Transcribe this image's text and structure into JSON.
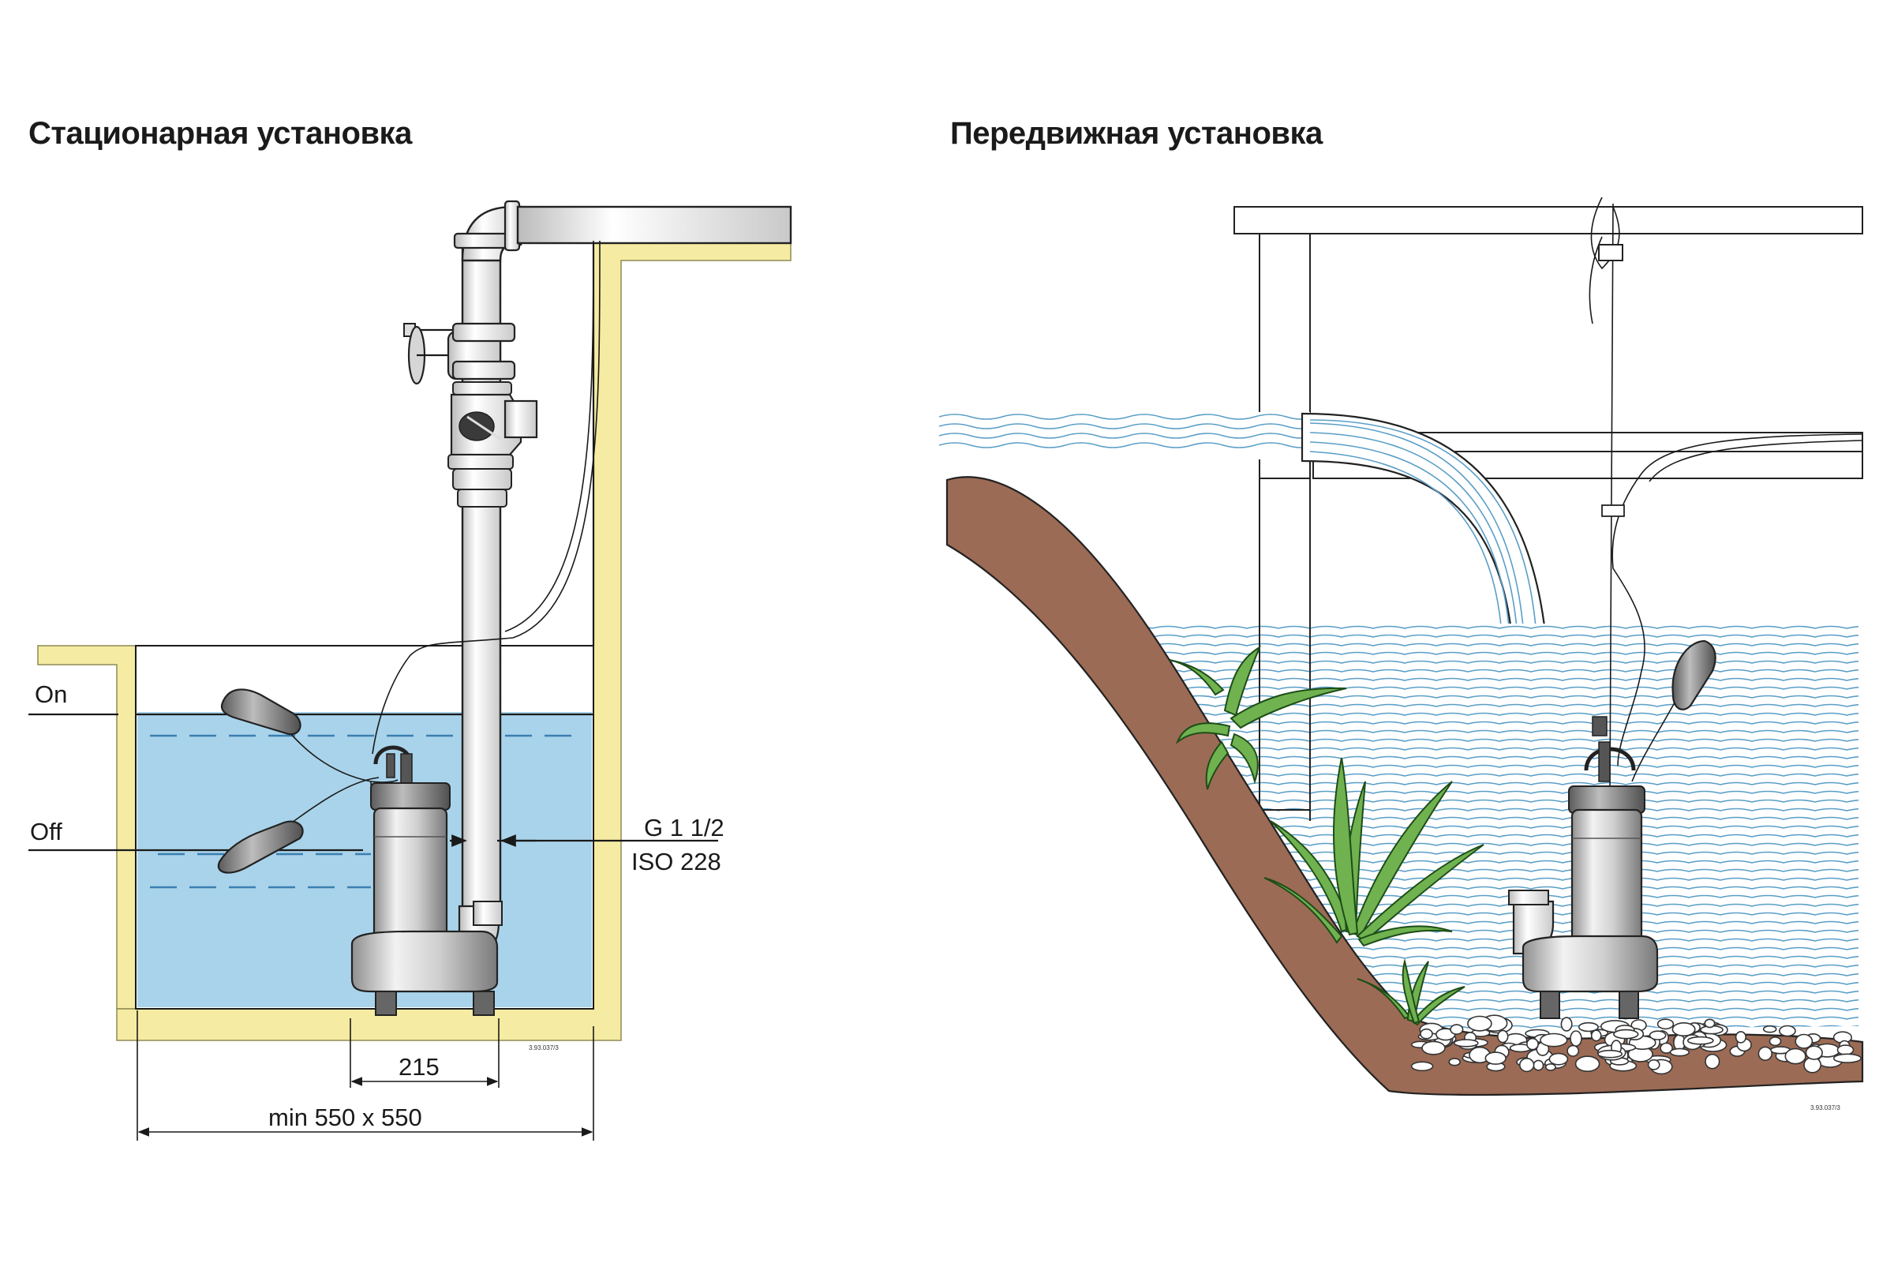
{
  "titles": {
    "left": "Стационарная установка",
    "right": "Передвижная установка"
  },
  "labels": {
    "on": "On",
    "off": "Off",
    "thread": "G 1 1/2",
    "standard": "ISO 228",
    "width": "215",
    "min_size": "min 550 x 550",
    "code_left": "3.93.037/3",
    "code_right": "3.93.037/3"
  },
  "colors": {
    "water": "#a9d3ea",
    "wall": "#f5eba2",
    "soil": "#9c6b55",
    "plant": "#6fb24f"
  }
}
